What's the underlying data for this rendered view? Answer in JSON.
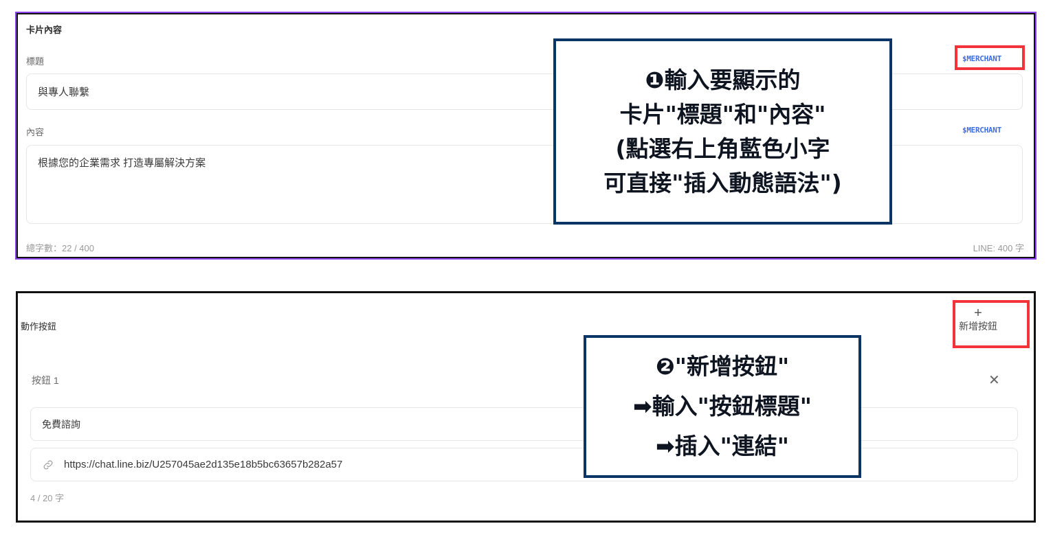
{
  "card_content": {
    "section_title": "卡片內容",
    "title_field": {
      "label": "標題",
      "variable_link": "$MERCHANT",
      "value": "與專人聯繫"
    },
    "content_field": {
      "label": "內容",
      "variable_link": "$MERCHANT",
      "value": "根據您的企業需求 打造專屬解決方案"
    },
    "char_count": "總字數：22 / 400",
    "line_limit": "LINE: 400 字"
  },
  "action_buttons": {
    "section_title": "動作按鈕",
    "add_button": {
      "icon": "plus-icon",
      "label": "新增按鈕"
    },
    "buttons": [
      {
        "label": "按鈕 1",
        "close_icon": "close-icon",
        "title_value": "免費諮詢",
        "link_icon": "link-icon",
        "url_value": "https://chat.line.biz/U257045ae2d135e18b5bc63657b282a57",
        "char_count": "4 / 20 字"
      }
    ]
  },
  "annotations": {
    "note1": {
      "lines": [
        "❶輸入要顯示的",
        "卡片\"標題\"和\"內容\"",
        "(點選右上角藍色小字",
        "可直接\"插入動態語法\")"
      ]
    },
    "note2": {
      "lines": [
        "❷\"新增按鈕\"",
        "➡輸入\"按鈕標題\"",
        "➡插入\"連結\""
      ]
    }
  },
  "colors": {
    "card1_outer_border": "#8e44ec",
    "card_border": "#111111",
    "variable_link": "#3d6fe0",
    "highlight_red": "#f2333a",
    "annotation_border": "#0b3566"
  }
}
